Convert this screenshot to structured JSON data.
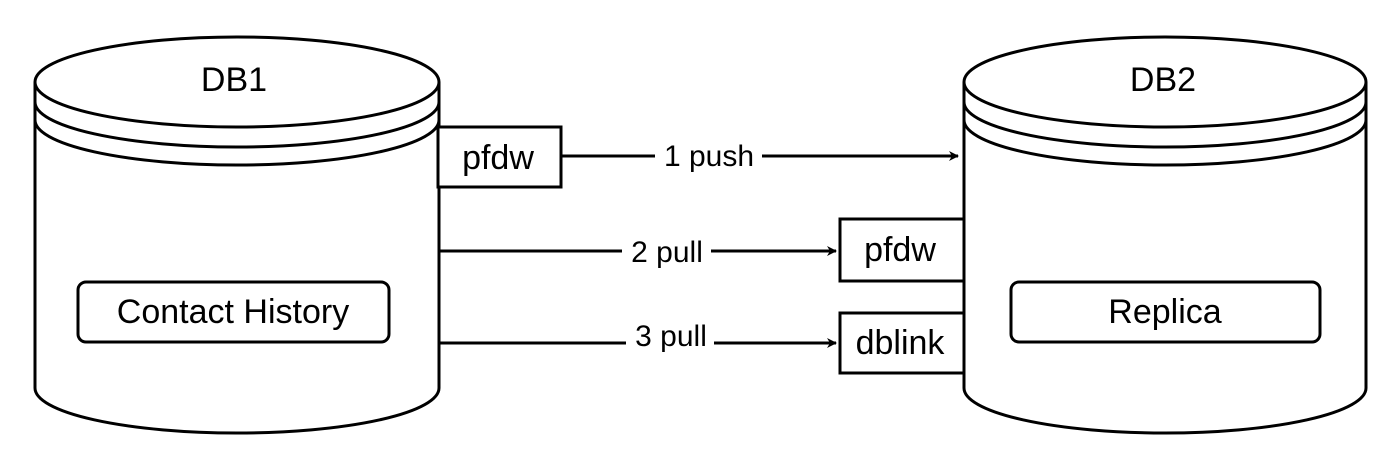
{
  "colors": {
    "stroke": "#000000",
    "background": "#ffffff"
  },
  "databases": {
    "db1": {
      "title": "DB1",
      "table_label": "Contact History"
    },
    "db2": {
      "title": "DB2",
      "table_label": "Replica"
    }
  },
  "connectors": {
    "db1_pfdw": "pfdw",
    "db2_pfdw": "pfdw",
    "db2_dblink": "dblink"
  },
  "edges": {
    "e1": "1 push",
    "e2": "2 pull",
    "e3": "3 pull"
  }
}
